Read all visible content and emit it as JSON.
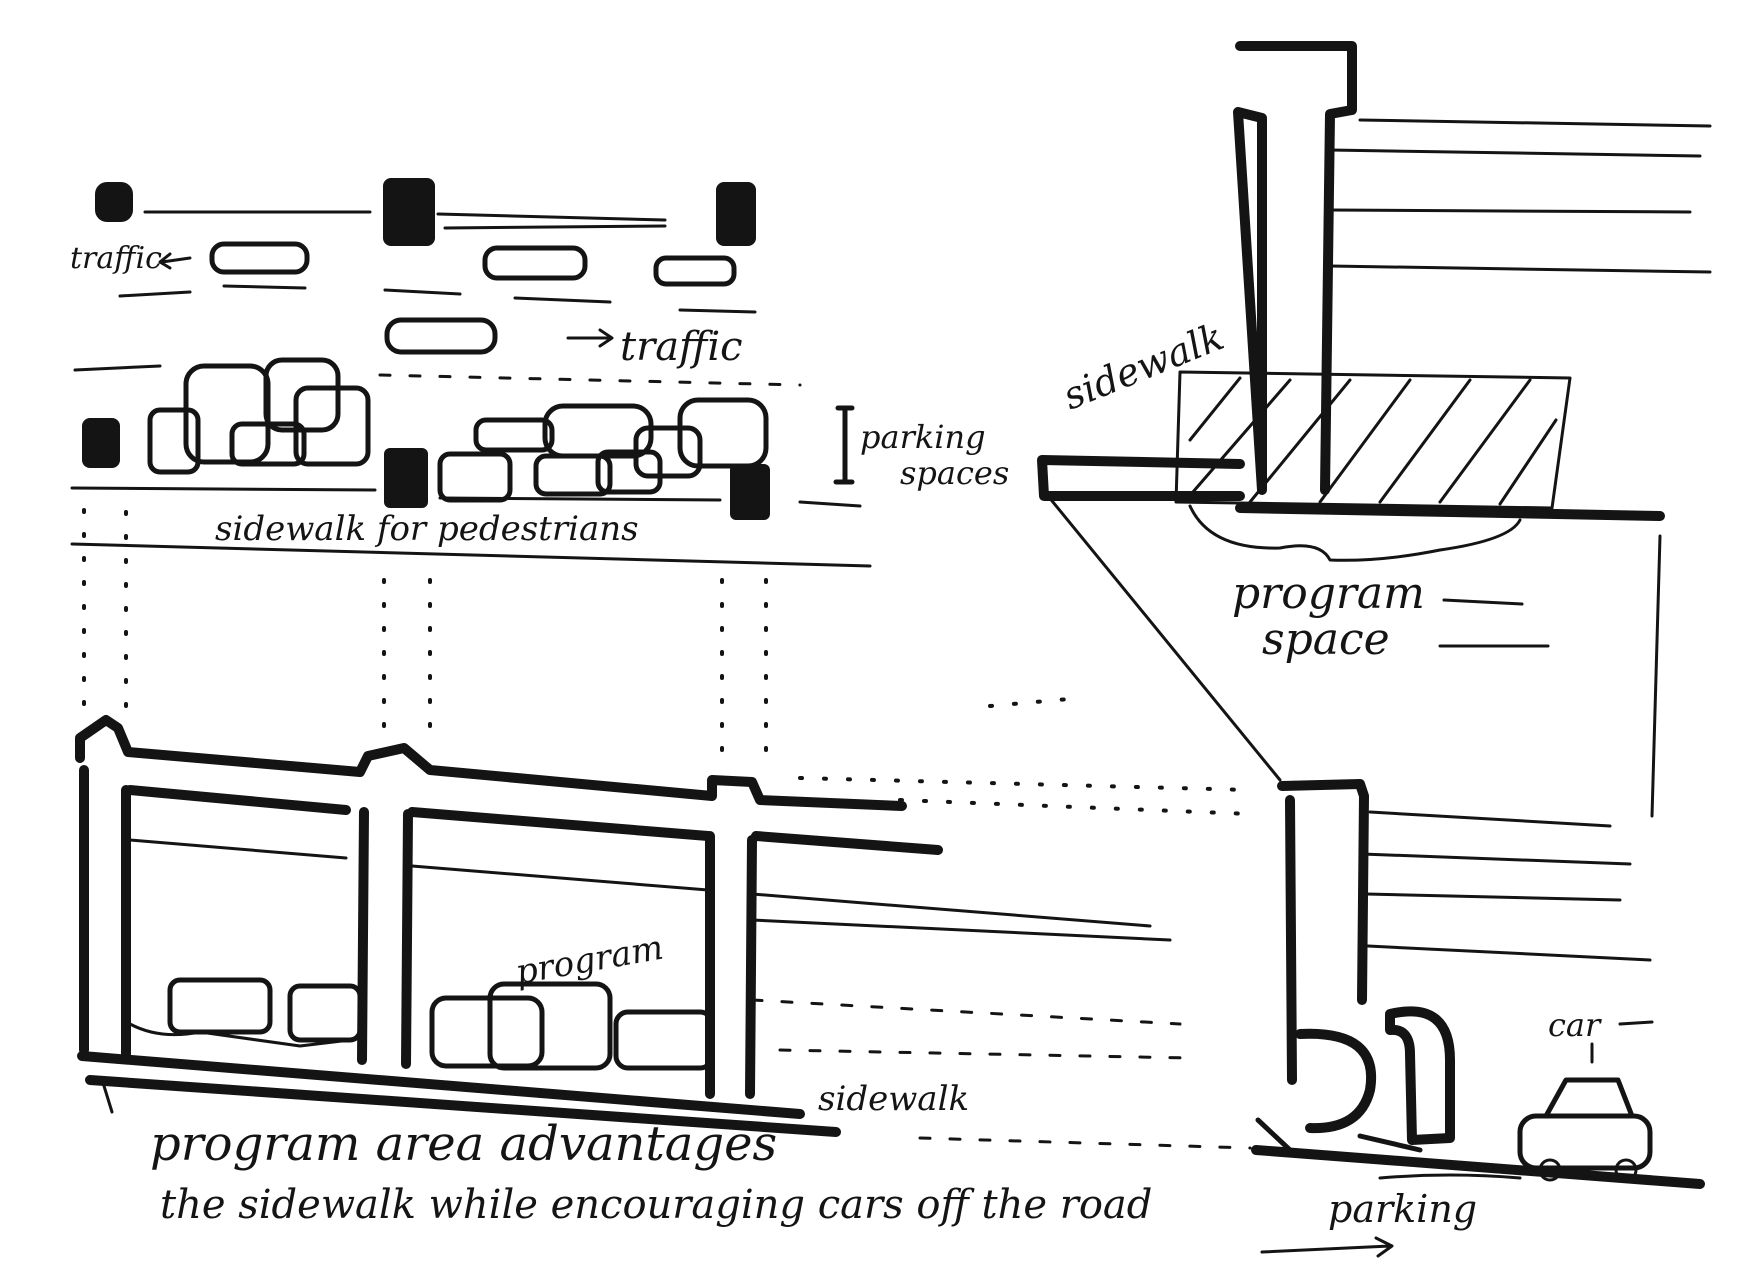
{
  "labels": {
    "traffic_left": "traffic",
    "traffic_right": "traffic",
    "parking_spaces_1": "parking",
    "parking_spaces_2": "spaces",
    "sidewalk_peds": "sidewalk for pedestrians",
    "sidewalk_right": "sidewalk",
    "program_space_1": "program",
    "program_space_2": "space",
    "program_mid": "program",
    "sidewalk_bottom": "sidewalk",
    "car": "car",
    "parking_bottom": "parking",
    "note_line1": "program area advantages",
    "note_line2": "the sidewalk while encouraging cars off the road"
  }
}
